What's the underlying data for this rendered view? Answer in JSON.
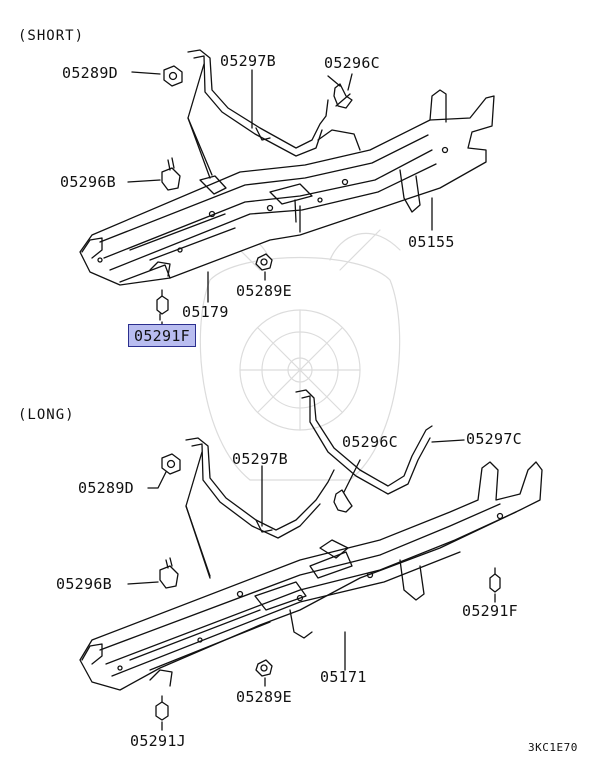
{
  "diagram": {
    "sections": {
      "short": {
        "title": "(SHORT)"
      },
      "long": {
        "title": "(LONG)"
      }
    },
    "short_labels": {
      "nut_top": "05289D",
      "bracket_b": "05297B",
      "bolt_c": "05296C",
      "bolt_b": "05296B",
      "guard": "05155",
      "nut_e": "05289E",
      "skid": "05179",
      "clip_f": "05291F"
    },
    "long_labels": {
      "bolt_c": "05296C",
      "bracket_c": "05297C",
      "bracket_b": "05297B",
      "nut_d": "05289D",
      "bolt_b": "05296B",
      "clip_f": "05291F",
      "nut_e": "05289E",
      "skid": "05171",
      "clip_j": "05291J"
    },
    "highlighted_part": "05291F",
    "highlight_color": "#b9bdf0",
    "highlight_border": "#2b2f8e",
    "diagram_code": "3KC1E70"
  }
}
